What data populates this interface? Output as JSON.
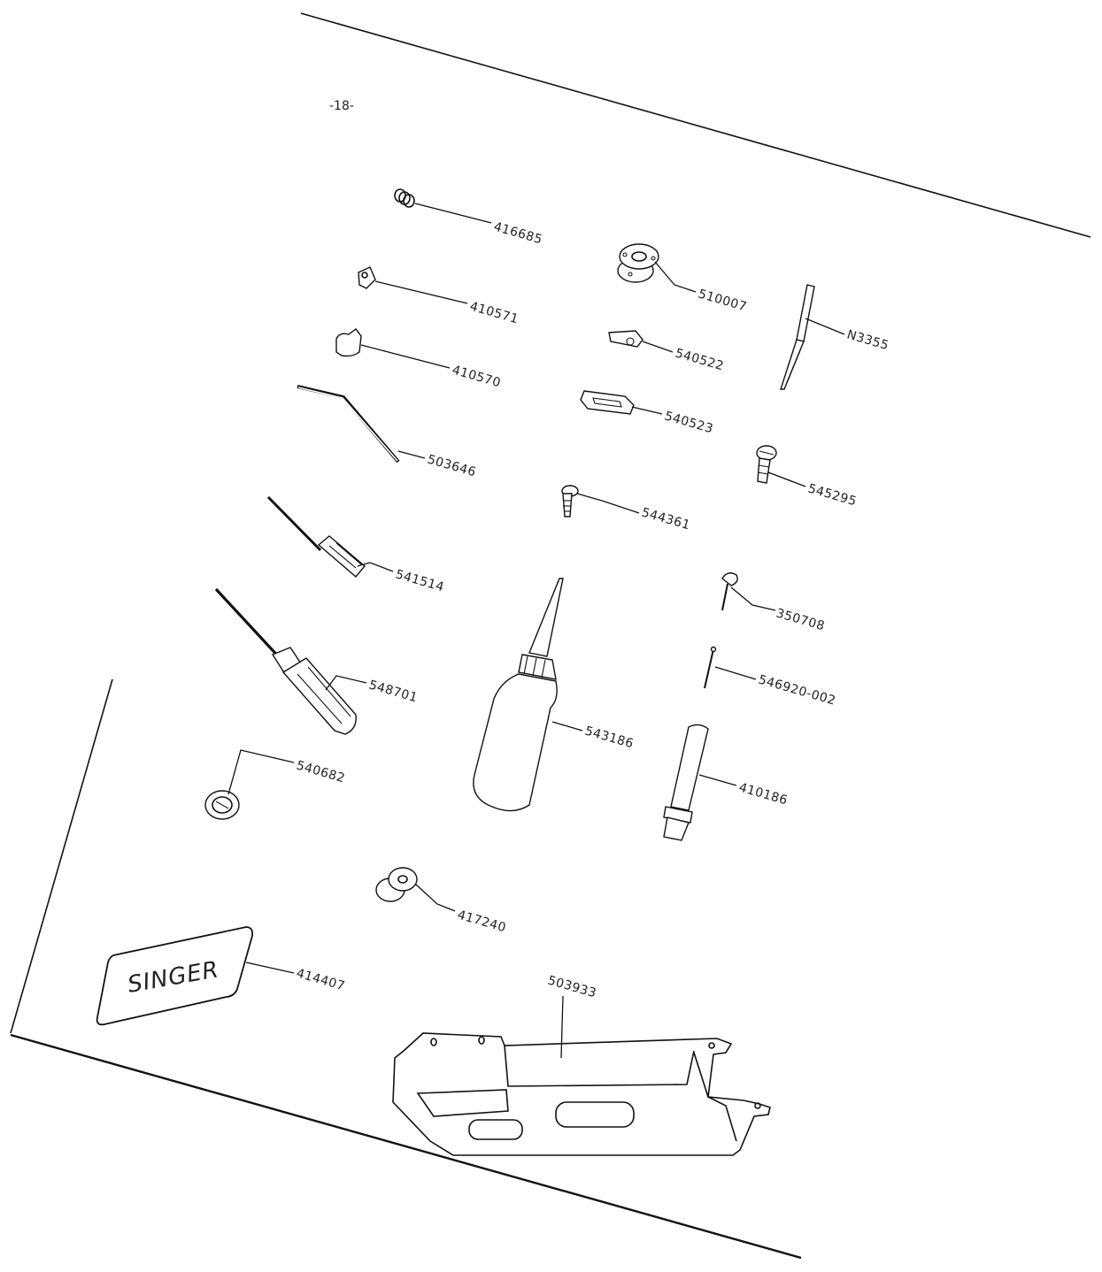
{
  "page": {
    "number": "-18-"
  },
  "parts": [
    {
      "id": "p-416685",
      "number": "416685",
      "icon": "spring-icon"
    },
    {
      "id": "p-410571",
      "number": "410571",
      "icon": "nut-icon"
    },
    {
      "id": "p-410570",
      "number": "410570",
      "icon": "clip-icon"
    },
    {
      "id": "p-503646",
      "number": "503646",
      "icon": "hex-key-icon"
    },
    {
      "id": "p-541514",
      "number": "541514",
      "icon": "small-screwdriver-icon"
    },
    {
      "id": "p-548701",
      "number": "548701",
      "icon": "large-screwdriver-icon"
    },
    {
      "id": "p-540682",
      "number": "540682",
      "icon": "cap-icon"
    },
    {
      "id": "p-417240",
      "number": "417240",
      "icon": "bobbin-icon"
    },
    {
      "id": "p-414407",
      "number": "414407",
      "icon": "logo-plate-icon"
    },
    {
      "id": "p-503933",
      "number": "503933",
      "icon": "cover-plate-icon"
    },
    {
      "id": "p-510007",
      "number": "510007",
      "icon": "bobbin-case-icon"
    },
    {
      "id": "p-540522",
      "number": "540522",
      "icon": "latch-icon"
    },
    {
      "id": "p-540523",
      "number": "540523",
      "icon": "bracket-icon"
    },
    {
      "id": "p-544361",
      "number": "544361",
      "icon": "screw-icon"
    },
    {
      "id": "p-543186",
      "number": "543186",
      "icon": "oil-bottle-icon"
    },
    {
      "id": "p-N3355",
      "number": "N3355",
      "icon": "needle-icon"
    },
    {
      "id": "p-545295",
      "number": "545295",
      "icon": "screw-icon"
    },
    {
      "id": "p-350708",
      "number": "350708",
      "icon": "pin-icon"
    },
    {
      "id": "p-546920",
      "number": "546920-002",
      "icon": "nail-icon"
    },
    {
      "id": "p-410186",
      "number": "410186",
      "icon": "spool-pin-icon"
    }
  ],
  "logo": {
    "text": "SINGER"
  }
}
